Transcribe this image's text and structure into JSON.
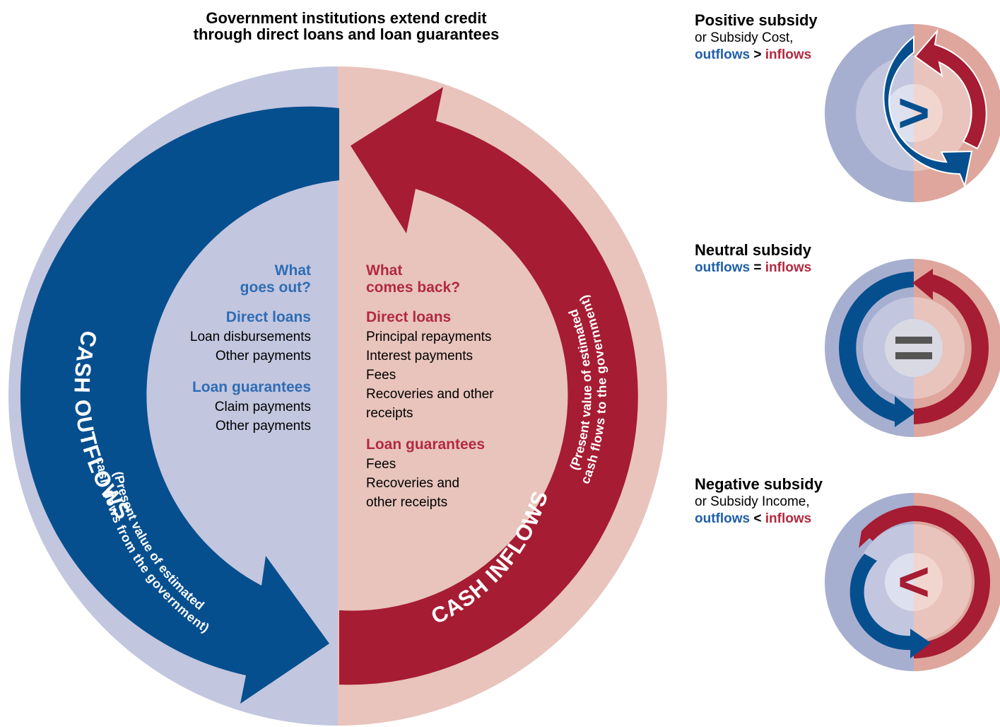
{
  "title": {
    "line1": "Government institutions extend credit",
    "line2": "through direct loans and loan guarantees"
  },
  "arrows": {
    "outflows_label": "CASH OUTFLOWS",
    "outflows_note_line1": "(Present value of estimated",
    "outflows_note_line2": "cash flows from the government)",
    "inflows_label": "CASH INFLOWS",
    "inflows_note_line1": "(Present value of estimated",
    "inflows_note_line2": "cash flows to the government)"
  },
  "outgoing": {
    "question_line1": "What",
    "question_line2": "goes out?",
    "direct_heading": "Direct loans",
    "direct_items": [
      "Loan disbursements",
      "Other payments"
    ],
    "guarantee_heading": "Loan guarantees",
    "guarantee_items": [
      "Claim payments",
      "Other payments"
    ]
  },
  "incoming": {
    "question_line1": "What",
    "question_line2": "comes back?",
    "direct_heading": "Direct loans",
    "direct_items": [
      "Principal repayments",
      "Interest payments",
      "Fees",
      "Recoveries and other",
      "receipts"
    ],
    "guarantee_heading": "Loan guarantees",
    "guarantee_items": [
      "Fees",
      "Recoveries and",
      "other receipts"
    ]
  },
  "legend": {
    "positive": {
      "title": "Positive subsidy",
      "subtitle": "or Subsidy Cost,",
      "outflows": "outflows",
      "operator": ">",
      "inflows": "inflows",
      "symbol": ">"
    },
    "neutral": {
      "title": "Neutral subsidy",
      "outflows": "outflows",
      "operator": "=",
      "inflows": "inflows",
      "symbol": "="
    },
    "negative": {
      "title": "Negative subsidy",
      "subtitle": "or Subsidy Income,",
      "outflows": "outflows",
      "operator": "<",
      "inflows": "inflows",
      "symbol": "<"
    }
  },
  "colors": {
    "outflow_blue": "#064f8f",
    "inflow_red": "#a61c32",
    "bg_left": "#c3c6df",
    "bg_right": "#e8c4bc",
    "label_blue": "#2e6db4",
    "label_red": "#b22a40"
  }
}
